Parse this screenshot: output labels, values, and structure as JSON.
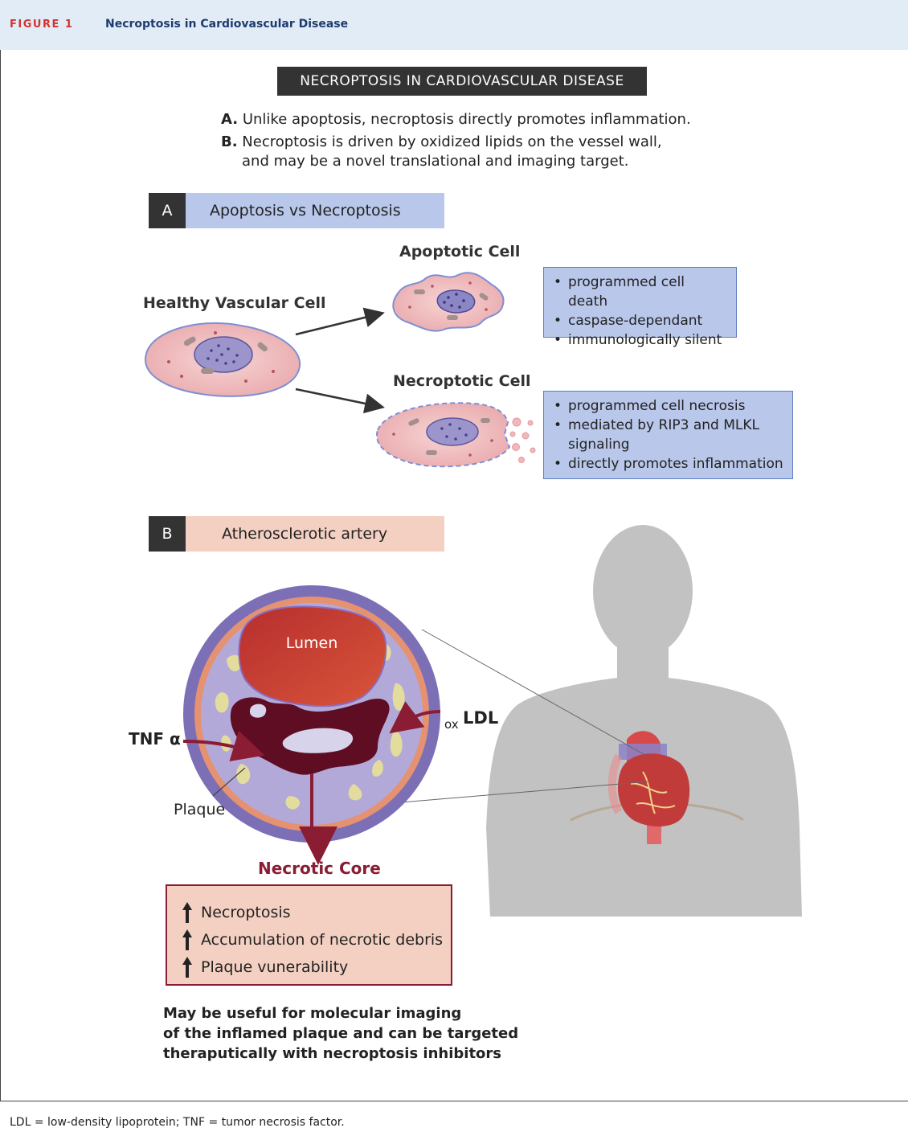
{
  "header": {
    "figure_label": "FIGURE 1",
    "figure_title": "Necroptosis in Cardiovascular Disease"
  },
  "main_title": "NECROPTOSIS IN CARDIOVASCULAR DISEASE",
  "summary": {
    "a_marker": "A.",
    "a_text": "Unlike apoptosis, necroptosis directly promotes inflammation.",
    "b_marker": "B.",
    "b_line1": "Necroptosis is driven by oxidized lipids on the vessel wall,",
    "b_line2": "and may be a novel translational and imaging target."
  },
  "panel_a": {
    "tag": "A",
    "title": "Apoptosis vs Necroptosis",
    "healthy_label": "Healthy Vascular Cell",
    "apoptotic_label": "Apoptotic Cell",
    "necroptotic_label": "Necroptotic Cell",
    "apoptotic_features": [
      "programmed cell death",
      "caspase-dependant",
      "immunologically silent"
    ],
    "necroptotic_features": [
      "programmed cell necrosis",
      "mediated by RIP3 and MLKL",
      "signaling",
      "directly promotes inflammation"
    ]
  },
  "panel_b": {
    "tag": "B",
    "title": "Atherosclerotic artery",
    "lumen_label": "Lumen",
    "tnf_label": "TNF α",
    "ldl_subscript": "ox",
    "ldl_label": "LDL",
    "plaque_label": "Plaque",
    "necrotic_core_title": "Necrotic Core",
    "core_items": [
      "Necroptosis",
      "Accumulation of necrotic debris",
      "Plaque vunerability"
    ],
    "conclusion": [
      "May be useful for molecular imaging",
      "of the inflamed plaque and can be targeted",
      "theraputically with necroptosis inhibitors"
    ]
  },
  "footnote": "LDL = low-density lipoprotein; TNF = tumor necrosis factor.",
  "colors": {
    "header_bg": "#e2ecf7",
    "figure_label": "#d4332f",
    "figure_title": "#1d3c6e",
    "panel_a_bg": "#b8c7ea",
    "panel_b_bg": "#f4d0c2",
    "necrotic_red": "#8a1c33"
  }
}
